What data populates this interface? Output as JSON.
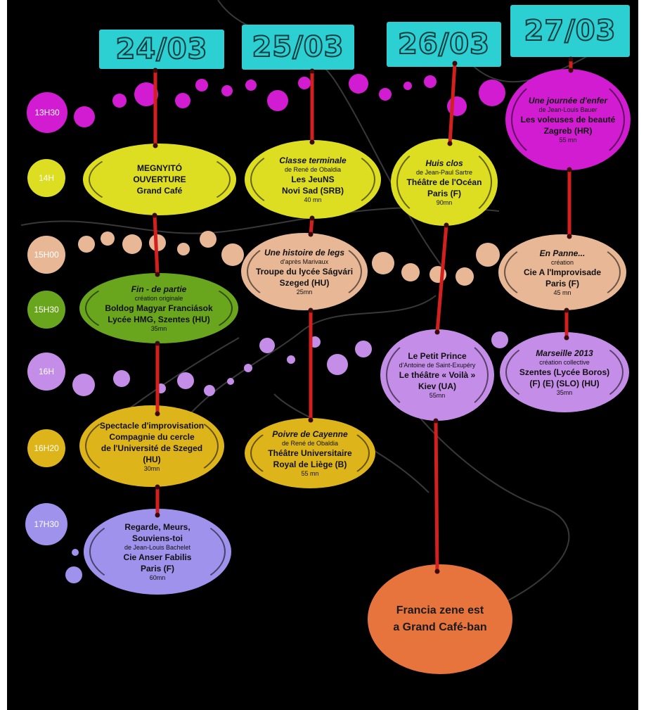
{
  "dates": [
    "24/03",
    "25/03",
    "26/03",
    "27/03"
  ],
  "times": [
    "13H30",
    "14H",
    "15H00",
    "15H30",
    "16H",
    "16H20",
    "17H30"
  ],
  "colors": {
    "background": "#000000",
    "date_box": "#2ccfd2",
    "connector": "#d3201f",
    "t1330": "#d21cd2",
    "t14": "#dddd22",
    "t15": "#e8b896",
    "t1530": "#6aa51e",
    "t16": "#c48ee8",
    "t1620": "#ddb41a",
    "t1730": "#9f92ec",
    "final": "#e8743d"
  },
  "events": [
    {
      "id": "ev-megnyito",
      "title": "",
      "sub": "",
      "body": [
        "MEGNYITÓ",
        "OUVERTURE",
        "Grand Café"
      ],
      "duration": ""
    },
    {
      "id": "ev-fin-de-partie",
      "title": "Fin - de partie",
      "sub": "création originale",
      "body": [
        "Boldog Magyar Franciások",
        "Lycée HMG, Szentes (HU)"
      ],
      "duration": "35mn"
    },
    {
      "id": "ev-spectacle",
      "title": "",
      "sub": "",
      "body": [
        "Spectacle d'improvisation",
        "Compagnie du cercle",
        "de l'Université de Szeged",
        "(HU)"
      ],
      "duration": "30mn"
    },
    {
      "id": "ev-regarde",
      "title": "",
      "sub": "",
      "body": [
        "Regarde, Meurs,",
        "Souviens-toi"
      ],
      "sub2": "de Jean-Louis Bachelet",
      "body2": [
        "Cie Anser Fabilis",
        "Paris (F)"
      ],
      "duration": "60mn"
    },
    {
      "id": "ev-classe",
      "title": "Classe terminale",
      "sub": "de René de Obaldia",
      "body": [
        "Les JeuNS",
        "Novi Sad (SRB)"
      ],
      "duration": "40 mn"
    },
    {
      "id": "ev-histoire",
      "title": "Une histoire de legs",
      "sub": "d'après Marivaux",
      "body": [
        "Troupe du lycée Ságvári",
        "Szeged (HU)"
      ],
      "duration": "25mn"
    },
    {
      "id": "ev-poivre",
      "title": "Poivre de Cayenne",
      "sub": "de René de Obaldia",
      "body": [
        "Théâtre Universitaire",
        "Royal de Liège (B)"
      ],
      "duration": "55 mn"
    },
    {
      "id": "ev-huis-clos",
      "title": "Huis clos",
      "sub": "de Jean-Paul Sartre",
      "body": [
        "Théâtre de l'Océan",
        "Paris (F)"
      ],
      "duration": "90mn"
    },
    {
      "id": "ev-petit-prince",
      "title": "",
      "sub": "",
      "body": [
        "Le Petit Prince"
      ],
      "sub2": "d'Antoine de Saint-Exupéry",
      "body2": [
        "Le théâtre « Voilà »",
        "Kiev (UA)"
      ],
      "duration": "55mn"
    },
    {
      "id": "ev-journee",
      "title": "Une journée d'enfer",
      "sub": "de Jean-Louis Bauer",
      "body": [
        "Les voleuses de beauté",
        "Zagreb (HR)"
      ],
      "duration": "55 mn"
    },
    {
      "id": "ev-en-panne",
      "title": "En Panne...",
      "sub": "création",
      "body": [
        "Cie A l'Improvisade",
        "Paris (F)"
      ],
      "duration": "45 mn"
    },
    {
      "id": "ev-marseille",
      "title": "Marseille 2013",
      "sub": "création collective",
      "body": [
        "Szentes (Lycée Boros)",
        "(F) (E) (SLO) (HU)"
      ],
      "duration": "35mn"
    }
  ],
  "final": {
    "line1": "Francia zene est",
    "line2": "a Grand Café-ban"
  }
}
